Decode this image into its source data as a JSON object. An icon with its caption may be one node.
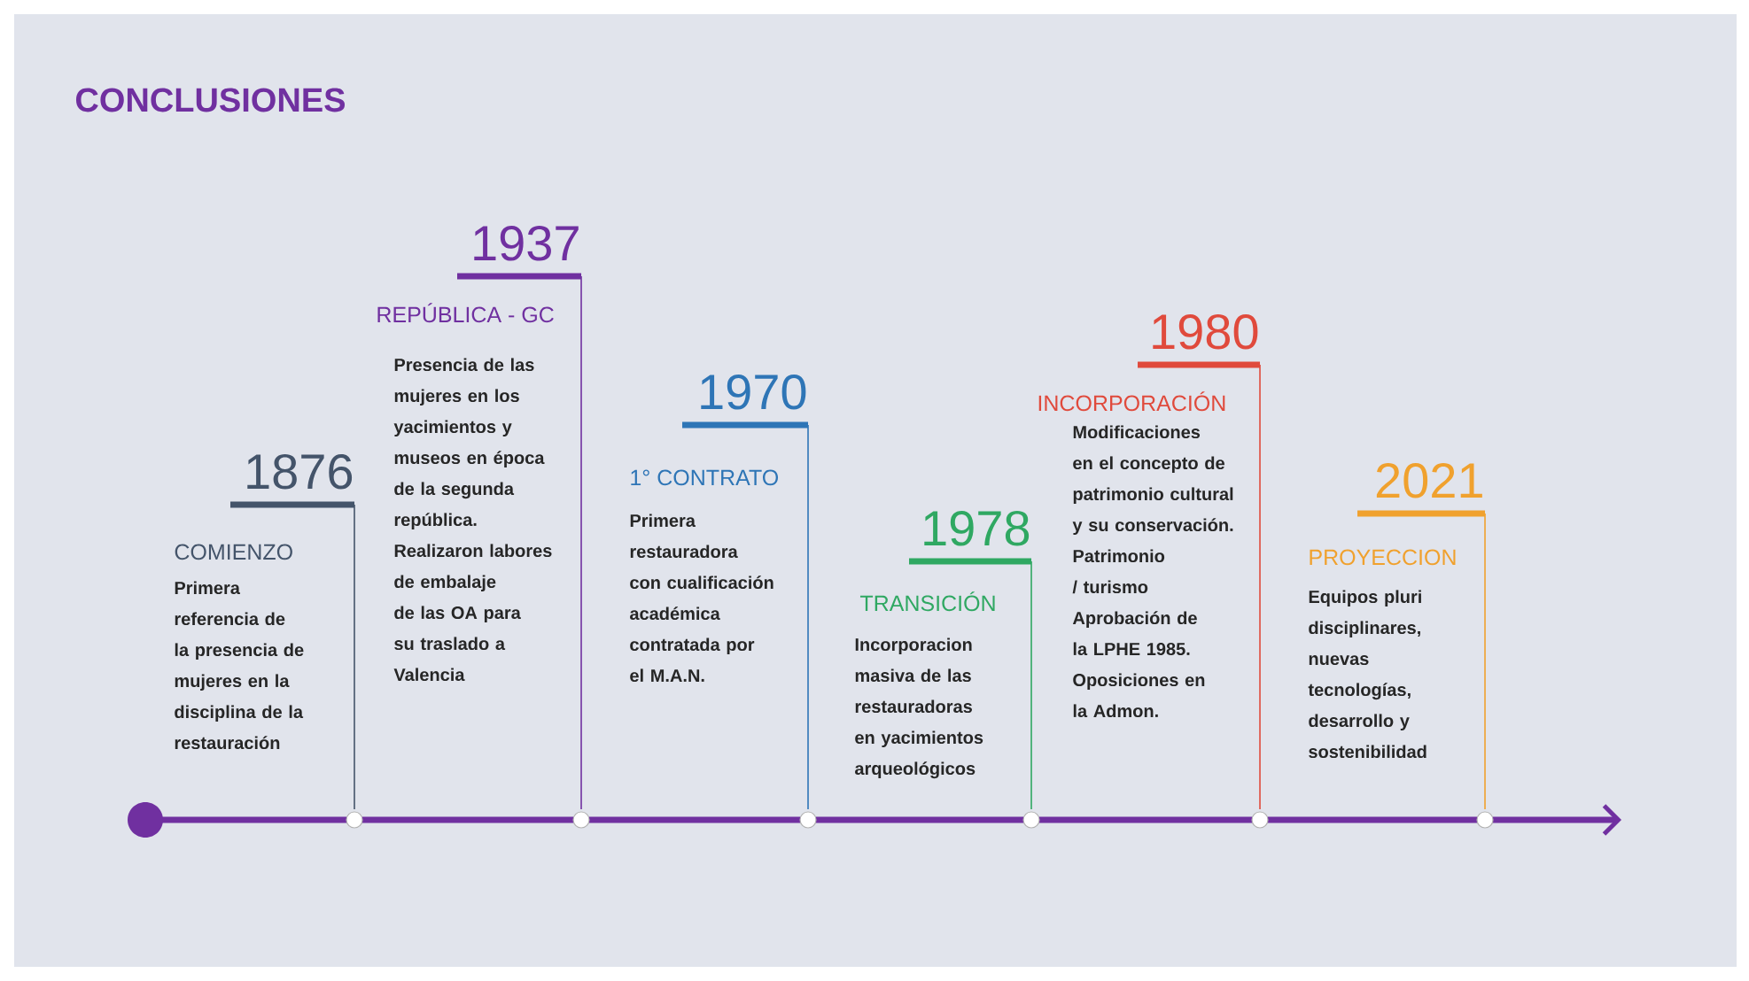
{
  "diagram": {
    "title": "CONCLUSIONES",
    "nodes": [
      {
        "text": [
          "1876",
          "COMIENZO",
          "Primera referencia de la presencia de mujeres en la disciplina de la restauración"
        ]
      },
      {
        "text": [
          "1937",
          "REPÚBLICA - GC",
          "Presencia de las mujeres en los yacimientos y museos en época de la segunda república. Realizaron labores de embalaje de las OA para su traslado a Valencia"
        ]
      },
      {
        "text": [
          "1970",
          "1° CONTRATO",
          "Primera restauradora con cualificación académica contratada por el M.A.N."
        ]
      },
      {
        "text": [
          "1978",
          "TRANSICIÓN",
          "Incorporacion masiva de las restauradoras en yacimientos arqueológicos"
        ]
      },
      {
        "text": [
          "1980",
          "INCORPORACIÓN",
          "Modificaciones en el concepto de patrimonio cultural y su conservación. Patrimonio / turismo Aprobación de la LPHE 1985. Oposiciones en la Admon."
        ]
      },
      {
        "text": [
          "2021",
          "PROYECCION",
          "Equipos pluri disciplinares, nuevas tecnologías, desarrollo y sostenibilidad"
        ]
      }
    ]
  }
}
